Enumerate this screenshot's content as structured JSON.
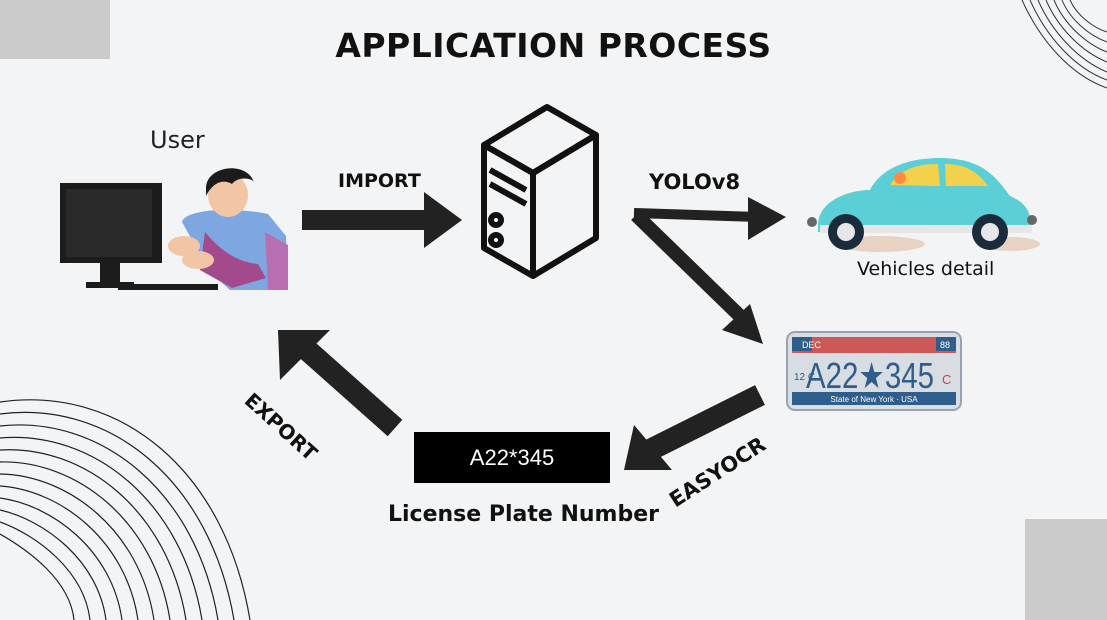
{
  "title": "APPLICATION PROCESS",
  "nodes": {
    "user": {
      "label": "User",
      "icon": "user-at-computer-icon"
    },
    "server": {
      "icon": "server-tower-icon"
    },
    "vehicle": {
      "label": "Vehicles detail",
      "icon": "car-icon"
    },
    "plate_image": {
      "icon": "license-plate-icon",
      "plate_text": "A22★345",
      "header_left": "DEC",
      "header_right": "88",
      "side_code": "12 C",
      "suffix": "C",
      "footer": "State of New York · USA"
    },
    "result": {
      "value": "A22*345",
      "label": "License Plate Number"
    }
  },
  "edges": {
    "import": "IMPORT",
    "yolo": "YOLOv8",
    "easyocr": "EASYOCR",
    "export": "EXPORT"
  },
  "colors": {
    "background": "#f3f4f5",
    "arrow": "#222222",
    "car_body": "#5ccfd6",
    "plate_red": "#c8423e",
    "plate_blue": "#2f5d8c"
  }
}
